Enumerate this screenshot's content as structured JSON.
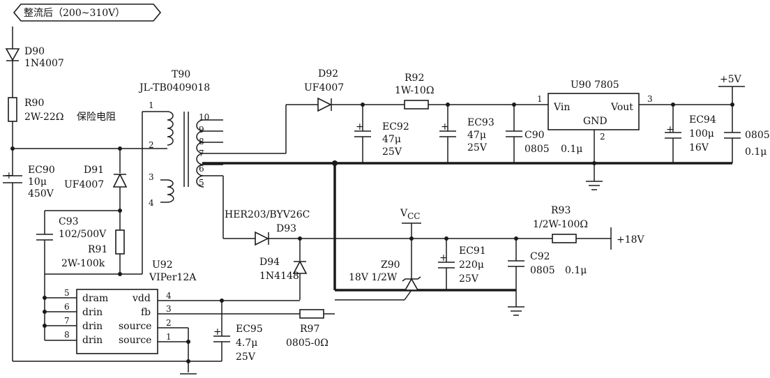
{
  "input": {
    "label": "整流后（200~310V）"
  },
  "components": {
    "D90": {
      "ref": "D90",
      "value": "1N4007"
    },
    "R90": {
      "ref": "R90",
      "value": "2W-22Ω",
      "note": "保险电阻"
    },
    "EC90": {
      "ref": "EC90",
      "cap": "10μ",
      "volt": "450V"
    },
    "D91": {
      "ref": "D91",
      "value": "UF4007"
    },
    "C93": {
      "ref": "C93",
      "value": "102/500V"
    },
    "R91": {
      "ref": "R91",
      "value": "2W-100k"
    },
    "T90": {
      "ref": "T90",
      "value": "JL-TB0409018",
      "pins": [
        "1",
        "2",
        "3",
        "4",
        "10",
        "9",
        "8",
        "7",
        "6",
        "5"
      ]
    },
    "D92": {
      "ref": "D92",
      "value": "UF4007"
    },
    "R92": {
      "ref": "R92",
      "value": "1W-10Ω"
    },
    "EC92": {
      "ref": "EC92",
      "cap": "47μ",
      "volt": "25V"
    },
    "EC93": {
      "ref": "EC93",
      "cap": "47μ",
      "volt": "25V"
    },
    "C90": {
      "ref": "C90",
      "value": "0805",
      "cap": "0.1μ"
    },
    "U90": {
      "ref": "U90 7805",
      "vin": "Vin",
      "vout": "Vout",
      "gnd": "GND",
      "pin1": "1",
      "pin2": "2",
      "pin3": "3"
    },
    "EC94": {
      "ref": "EC94",
      "cap": "100μ",
      "volt": "16V"
    },
    "C_out5": {
      "value": "0805",
      "cap": "0.1μ"
    },
    "D93": {
      "ref": "D93",
      "value": "HER203/BYV26C"
    },
    "D94": {
      "ref": "D94",
      "value": "1N4148"
    },
    "Z90": {
      "ref": "Z90",
      "value": "18V 1/2W"
    },
    "EC91": {
      "ref": "EC91",
      "cap": "220μ",
      "volt": "25V"
    },
    "C92": {
      "ref": "C92",
      "value": "0805",
      "cap": "0.1μ"
    },
    "R93": {
      "ref": "R93",
      "value": "1/2W-100Ω"
    },
    "U92": {
      "ref": "U92",
      "value": "VIPer12A",
      "pins": [
        {
          "num": "5",
          "name": "dram"
        },
        {
          "num": "6",
          "name": "drin"
        },
        {
          "num": "7",
          "name": "drin"
        },
        {
          "num": "8",
          "name": "drin"
        }
      ],
      "right_pins": [
        {
          "num": "4",
          "name": "vdd"
        },
        {
          "num": "3",
          "name": "fb"
        },
        {
          "num": "2",
          "name": "source"
        },
        {
          "num": "1",
          "name": "source"
        }
      ]
    },
    "EC95": {
      "ref": "EC95",
      "cap": "4.7μ",
      "volt": "25V"
    },
    "R97": {
      "ref": "R97",
      "value": "0805-0Ω"
    }
  },
  "rails": {
    "plus5": "+5V",
    "plus18": "+18V",
    "vcc": "V",
    "vcc_sub": "CC"
  }
}
